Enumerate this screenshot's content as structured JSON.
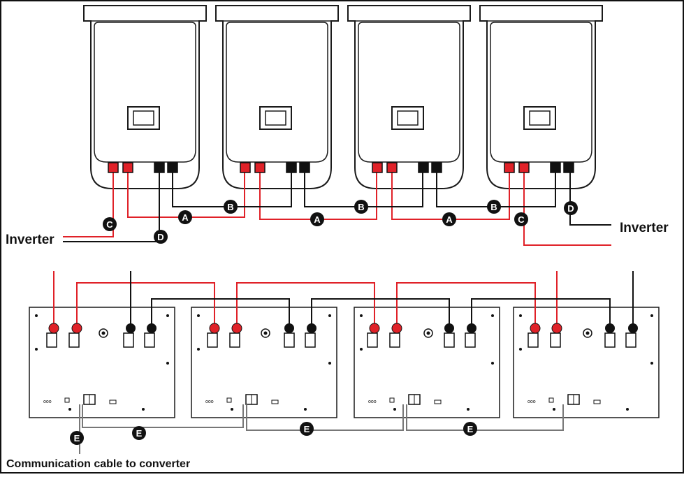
{
  "labels": {
    "inverter_left": "Inverter",
    "inverter_right": "Inverter",
    "comm_cable": "Communication cable to converter"
  },
  "markers": {
    "A": "A",
    "B": "B",
    "C": "C",
    "D": "D",
    "E": "E"
  },
  "colors": {
    "positive_cable": "#e02128",
    "negative_cable": "#111111",
    "comm_cable": "#777777",
    "outline": "#1a1a1a",
    "background": "#ffffff"
  }
}
